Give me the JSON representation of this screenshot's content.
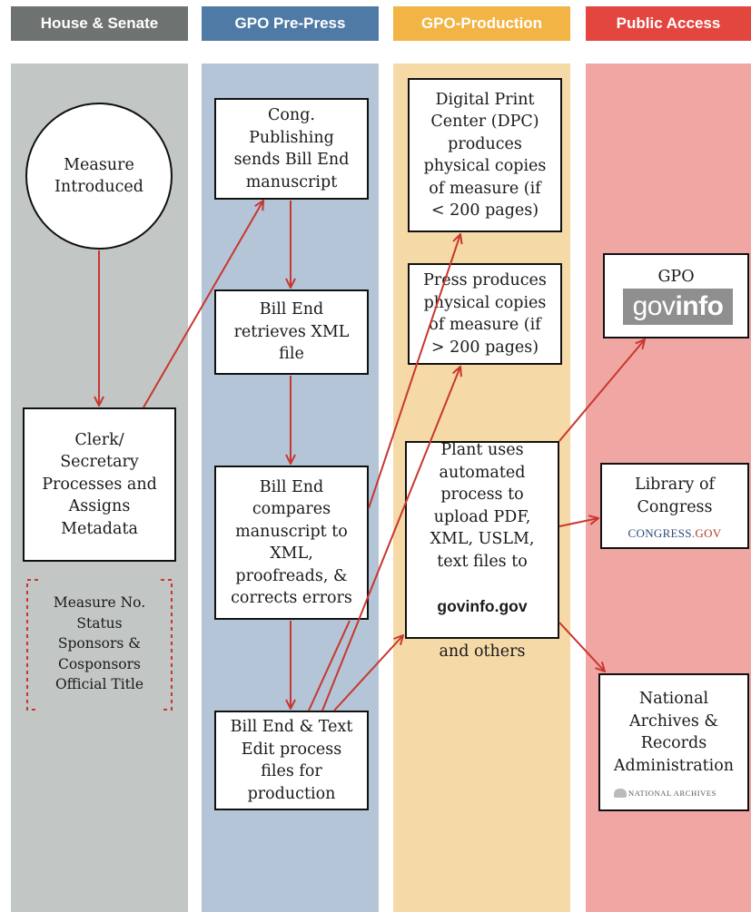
{
  "colors": {
    "house_header": "#6e7372",
    "prepress_header": "#4f7aa6",
    "production_header": "#f2b444",
    "public_header": "#e3463f",
    "house_lane": "#c2c6c5",
    "prepress_lane": "#b3c5d6",
    "production_lane": "#f5d9a7",
    "public_lane": "#f0a7a3",
    "arrow": "#c8372f",
    "dotted_border": "#c8372f"
  },
  "lanes": [
    {
      "header": "House & Senate"
    },
    {
      "header": "GPO Pre-Press"
    },
    {
      "header": "GPO-Production"
    },
    {
      "header": "Public Access"
    }
  ],
  "nodes": {
    "measure_introduced": "Measure\nIntroduced",
    "clerk_secretary": "Clerk/\nSecretary\nProcesses and\nAssigns\nMetadata",
    "metadata_list": "Measure No.\nStatus\nSponsors &\nCosponsors\nOfficial Title",
    "cong_publishing": "Cong.\nPublishing\nsends Bill End\nmanuscript",
    "retrieves_xml": "Bill End\nretrieves XML\nfile",
    "compares": "Bill End\ncompares\nmanuscript to\nXML,\nproofreads, &\ncorrects errors",
    "text_edit": "Bill End & Text\nEdit process\nfiles for\nproduction",
    "dpc": "Digital Print\nCenter (DPC)\nproduces\nphysical copies\nof measure (if\n< 200 pages)",
    "press": "Press produces\nphysical copies\nof measure (if\n> 200 pages)",
    "plant_upload_pre": "Plant uses\nautomated\nprocess to\nupload PDF,\nXML, USLM,\ntext files to",
    "plant_upload_bold": "govinfo.gov",
    "plant_upload_post": "and others",
    "gpo_label": "GPO",
    "library_label": "Library of\nCongress",
    "archives_label": "National\nArchives &\nRecords\nAdministration"
  },
  "logos": {
    "govinfo_a": "gov",
    "govinfo_b": "info",
    "congress_a": "CONGRESS",
    "congress_b": ".GOV",
    "archives": "NATIONAL ARCHIVES"
  }
}
